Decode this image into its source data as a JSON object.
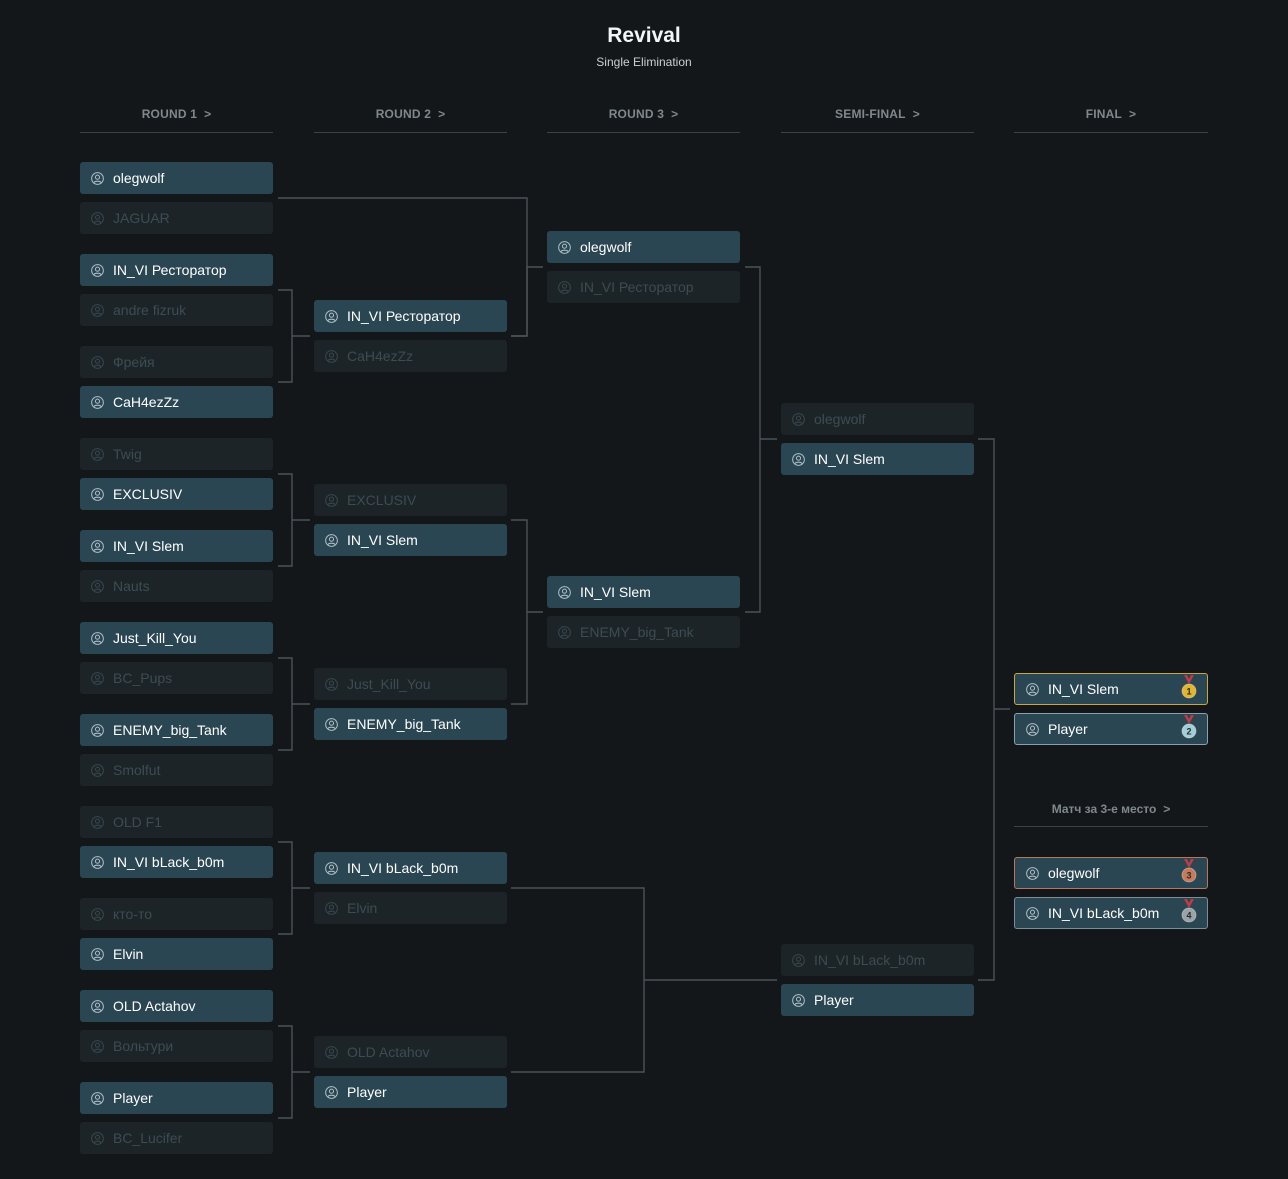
{
  "title": "Revival",
  "subtitle": "Single Elimination",
  "rounds": [
    {
      "label": "ROUND 1"
    },
    {
      "label": "ROUND 2"
    },
    {
      "label": "ROUND 3"
    },
    {
      "label": "SEMI-FINAL"
    },
    {
      "label": "FINAL"
    }
  ],
  "chevron": ">",
  "third_place_label": "Матч за 3-е место",
  "round1": [
    {
      "top": "olegwolf",
      "bottom": "JAGUAR",
      "winner": "top"
    },
    {
      "top": "IN_VI Ресторатор",
      "bottom": "andre fizruk",
      "winner": "top"
    },
    {
      "top": "Фрейя",
      "bottom": "CaH4ezZz",
      "winner": "bottom"
    },
    {
      "top": "Twig",
      "bottom": "EXCLUSIV",
      "winner": "bottom"
    },
    {
      "top": "IN_VI Slem",
      "bottom": "Nauts",
      "winner": "top"
    },
    {
      "top": "Just_Kill_You",
      "bottom": "BC_Pups",
      "winner": "top"
    },
    {
      "top": "ENEMY_big_Tank",
      "bottom": "Smolfut",
      "winner": "top"
    },
    {
      "top": "OLD F1",
      "bottom": "IN_VI bLack_b0m",
      "winner": "bottom"
    },
    {
      "top": "кто-то",
      "bottom": "Elvin",
      "winner": "bottom"
    },
    {
      "top": "OLD Actahov",
      "bottom": "Вольтури",
      "winner": "top"
    },
    {
      "top": "Player",
      "bottom": "BC_Lucifer",
      "winner": "top"
    }
  ],
  "round2": [
    {
      "top": "IN_VI Ресторатор",
      "bottom": "CaH4ezZz",
      "winner": "top"
    },
    {
      "top": "EXCLUSIV",
      "bottom": "IN_VI Slem",
      "winner": "bottom"
    },
    {
      "top": "Just_Kill_You",
      "bottom": "ENEMY_big_Tank",
      "winner": "bottom"
    },
    {
      "top": "IN_VI bLack_b0m",
      "bottom": "Elvin",
      "winner": "top"
    },
    {
      "top": "OLD Actahov",
      "bottom": "Player",
      "winner": "bottom"
    }
  ],
  "round3": [
    {
      "top": "olegwolf",
      "bottom": "IN_VI Ресторатор",
      "winner": "top"
    },
    {
      "top": "IN_VI Slem",
      "bottom": "ENEMY_big_Tank",
      "winner": "top"
    }
  ],
  "semifinal": [
    {
      "top": "olegwolf",
      "bottom": "IN_VI Slem",
      "winner": "bottom"
    },
    {
      "top": "IN_VI bLack_b0m",
      "bottom": "Player",
      "winner": "bottom"
    }
  ],
  "final": {
    "top": "IN_VI Slem",
    "bottom": "Player",
    "top_place": "1",
    "bottom_place": "2"
  },
  "third_place": {
    "top": "olegwolf",
    "bottom": "IN_VI bLack_b0m",
    "top_place": "3",
    "bottom_place": "4"
  },
  "colors": {
    "background": "#131719",
    "winner_slot": "#2b4653",
    "loser_slot": "#1c2428",
    "connector": "#4a5357",
    "gold": "#e3b52b",
    "silver": "#9fd0d8",
    "bronze": "#c77a5a",
    "fourth": "#9aa3a7",
    "ribbon": "#c23a44"
  },
  "icons": {
    "avatar": "user-circle-icon",
    "medal": "medal-icon"
  }
}
